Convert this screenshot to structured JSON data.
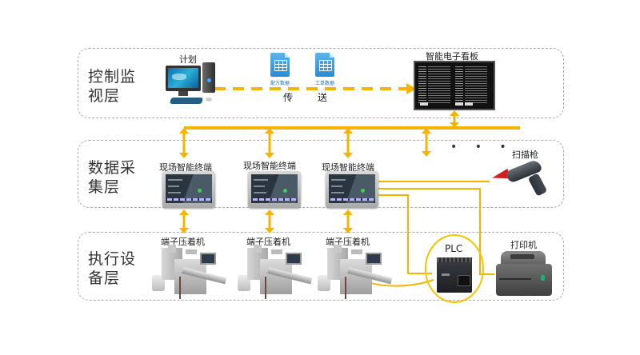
{
  "diagram": {
    "layers": [
      {
        "id": "control",
        "label": "控制监\n视层"
      },
      {
        "id": "data",
        "label": "数据采\n集层"
      },
      {
        "id": "execution",
        "label": "执行设\n备层"
      }
    ],
    "control_layer": {
      "computer_label": "计划",
      "documents": [
        {
          "icon": "spreadsheet-icon",
          "label": "配方数据"
        },
        {
          "icon": "spreadsheet-icon",
          "label": "工单数据"
        }
      ],
      "transfer_text": [
        "传",
        "送"
      ],
      "board_label": "智能电子看板"
    },
    "data_layer": {
      "terminals": [
        {
          "label": "现场智能终端"
        },
        {
          "label": "现场智能终端"
        },
        {
          "label": "现场智能终端"
        }
      ],
      "ellipsis": "• • •",
      "scanner_label": "扫描枪"
    },
    "execution_layer": {
      "machines": [
        {
          "label": "端子压着机"
        },
        {
          "label": "端子压着机"
        },
        {
          "label": "端子压着机"
        }
      ],
      "plc_label": "PLC",
      "printer_label": "打印机"
    },
    "colors": {
      "bus": "#f5b400",
      "layer_border": "#a8a8a8",
      "doc_icon": "#2a8bd4"
    }
  }
}
